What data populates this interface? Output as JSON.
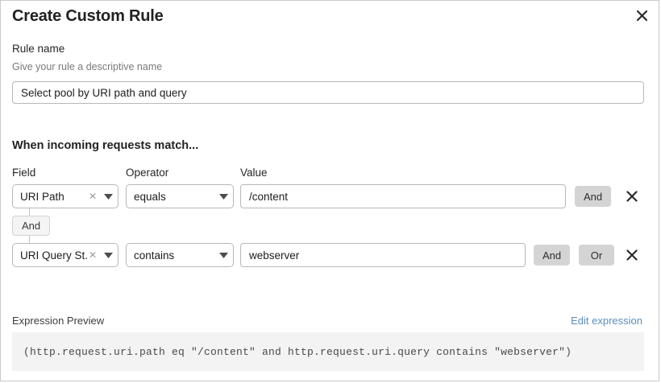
{
  "dialog": {
    "title": "Create Custom Rule",
    "close_icon": "close-icon"
  },
  "rule_name": {
    "label": "Rule name",
    "hint": "Give your rule a descriptive name",
    "value": "Select pool by URI path and query",
    "placeholder": "Rule name"
  },
  "conditions": {
    "heading": "When incoming requests match...",
    "columns": {
      "field": "Field",
      "operator": "Operator",
      "value": "Value"
    },
    "group_operator": "And",
    "rows": [
      {
        "field": "URI Path",
        "operator": "equals",
        "value": "/content",
        "and_label": "And",
        "clear_icon": "clear-icon",
        "caret_icon": "chevron-down-icon",
        "delete_icon": "delete-icon"
      },
      {
        "field": "URI Query St...",
        "operator": "contains",
        "value": "webserver",
        "and_label": "And",
        "or_label": "Or",
        "clear_icon": "clear-icon",
        "caret_icon": "chevron-down-icon",
        "delete_icon": "delete-icon"
      }
    ]
  },
  "expression": {
    "caption": "Expression Preview",
    "edit_link": "Edit expression",
    "code": "(http.request.uri.path eq \"/content\" and http.request.uri.query contains \"webserver\")"
  },
  "colors": {
    "link": "#5b8db8",
    "button_gray": "#d4d4d4",
    "code_bg": "#f3f3f3",
    "border": "#b8b8b8"
  }
}
